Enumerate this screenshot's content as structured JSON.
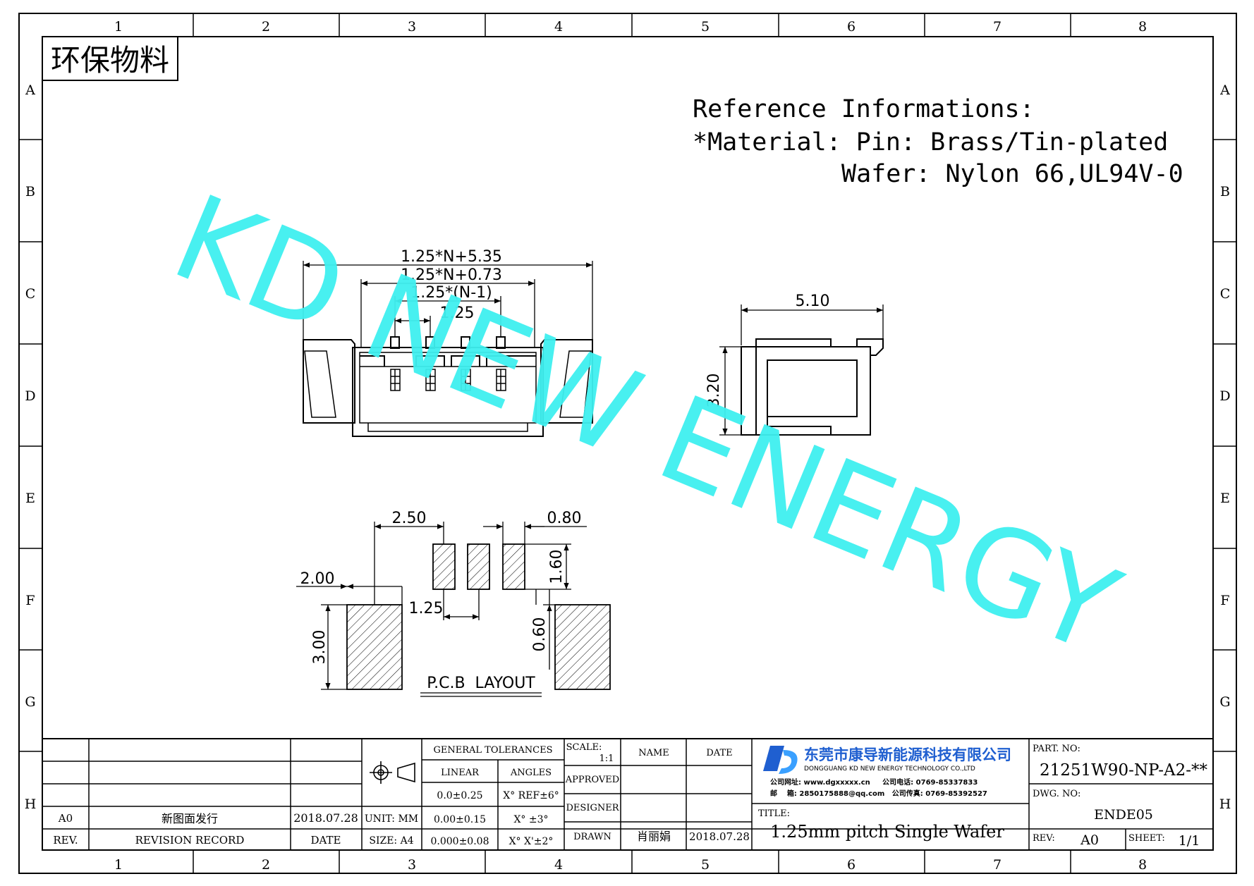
{
  "frame": {
    "col_labels": [
      "1",
      "2",
      "3",
      "4",
      "5",
      "6",
      "7",
      "8"
    ],
    "row_labels": [
      "A",
      "B",
      "C",
      "D",
      "E",
      "F",
      "G",
      "H"
    ]
  },
  "stamp": "环保物料",
  "watermark": "KD NEW ENERGY",
  "reference": {
    "heading": "Reference Informations:",
    "material_line": "*Material: Pin: Brass/Tin-plated",
    "wafer_line": "Wafer: Nylon 66,UL94V-0"
  },
  "front_view": {
    "dim_total": "1.25*N+5.35",
    "dim_inner": "1.25*N+0.73",
    "dim_span": "1.25*(N-1)",
    "dim_pitch": "1.25"
  },
  "side_view": {
    "dim_width": "5.10",
    "dim_height": "3.20"
  },
  "pcb_layout": {
    "title": "P.C.B  LAYOUT",
    "dim_250": "2.50",
    "dim_080": "0.80",
    "dim_160": "1.60",
    "dim_200": "2.00",
    "dim_125": "1.25",
    "dim_300": "3.00",
    "dim_060": "0.60"
  },
  "title_block": {
    "general_tolerances": "GENERAL TOLERANCES",
    "linear": "LINEAR",
    "angles": "ANGLES",
    "lin_1": "0.0±0.25",
    "ang_1": "X° REF±6°",
    "lin_2": "0.00±0.15",
    "ang_2": "X° ±3°",
    "lin_3": "0.000±0.08",
    "ang_3": "X° X'±2°",
    "unit": "UNIT: MM",
    "size": "SIZE: A4",
    "scale_label": "SCALE:",
    "scale_value": "1:1",
    "name": "NAME",
    "date": "DATE",
    "approved": "APPROVED",
    "designer": "DESIGNER",
    "drawn": "DRAWN",
    "drawn_name": "肖丽娟",
    "drawn_date": "2018.07.28",
    "rev_a0": "A0",
    "rev_record_text": "新图面发行",
    "rev_date": "2018.07.28",
    "rev_col": "REV.",
    "revision_record": "REVISION RECORD",
    "date_col": "DATE",
    "company_cn": "东莞市康导新能源科技有限公司",
    "company_en": "DONGGUANG KD NEW ENERGY TECHNOLOGY CO.,LTD",
    "contact_1": "公司网址: www.dgxxxxx.cn     公司电话: 0769-85337833",
    "contact_2": "邮    箱: 2850175888@qq.com   公司传真: 0769-85392527",
    "title_label": "TITLE:",
    "title_value": "1.25mm pitch Single Wafer",
    "part_no_label": "PART. NO:",
    "part_no": "21251W90-NP-A2-**",
    "dwg_no_label": "DWG. NO:",
    "dwg_no": "ENDE05",
    "rev_label": "REV:",
    "rev_value": "A0",
    "sheet_label": "SHEET:",
    "sheet_value": "1/1"
  },
  "colors": {
    "watermark": "#3ff0f0",
    "line": "#000000",
    "logo_blue": "#1f5fd0"
  }
}
